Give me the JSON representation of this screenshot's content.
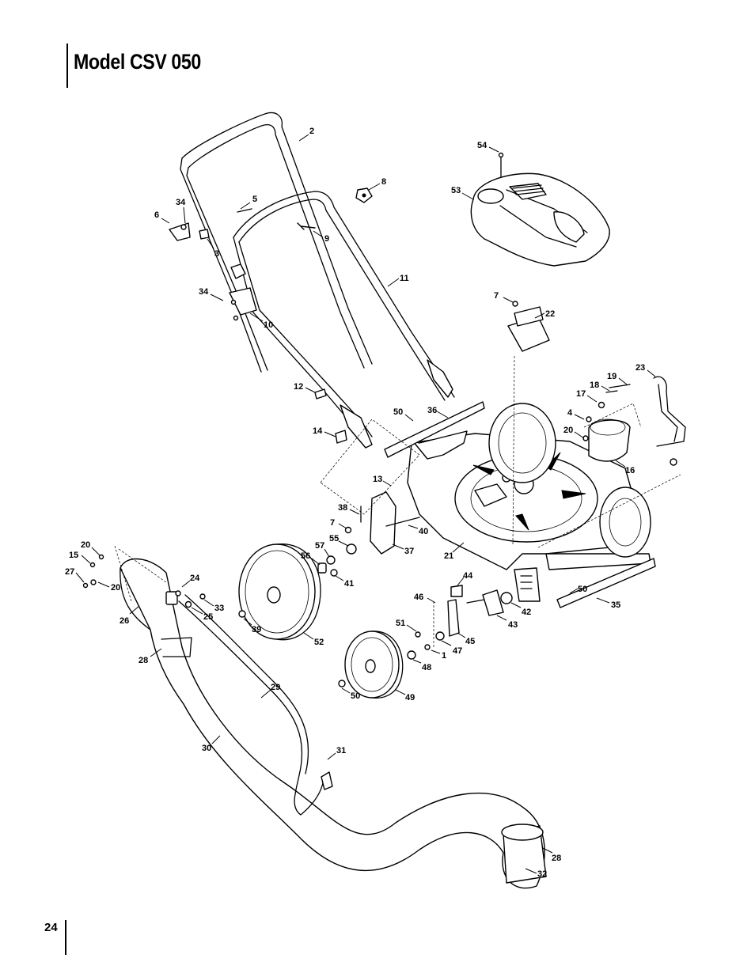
{
  "header": {
    "title": "Model CSV 050"
  },
  "footer": {
    "page_number": "24"
  },
  "diagram": {
    "callouts": [
      "1",
      "2",
      "3",
      "4",
      "5",
      "6",
      "7",
      "7",
      "8",
      "9",
      "10",
      "11",
      "12",
      "13",
      "14",
      "15",
      "16",
      "17",
      "18",
      "19",
      "20",
      "20",
      "20",
      "21",
      "22",
      "23",
      "24",
      "25",
      "26",
      "27",
      "28",
      "28",
      "29",
      "30",
      "31",
      "32",
      "33",
      "34",
      "34",
      "35",
      "36",
      "37",
      "38",
      "39",
      "40",
      "41",
      "42",
      "43",
      "44",
      "45",
      "46",
      "47",
      "48",
      "49",
      "50",
      "50",
      "50",
      "51",
      "52",
      "53",
      "54",
      "55",
      "56",
      "57"
    ]
  }
}
